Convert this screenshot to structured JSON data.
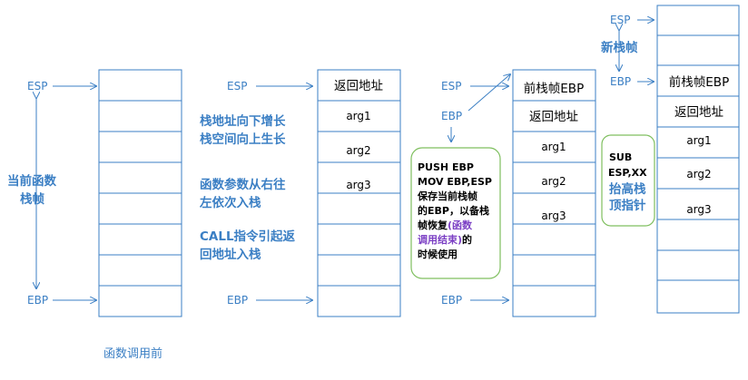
{
  "colors": {
    "accent": "#3b7fc4",
    "box_border": "#7fbf5f",
    "box_highlight": "#7b3fc4"
  },
  "panel1": {
    "esp": "ESP",
    "ebp": "EBP",
    "frame_label_1": "当前函数",
    "frame_label_2": "栈帧",
    "caption": "函数调用前"
  },
  "panel2": {
    "esp": "ESP",
    "ebp": "EBP",
    "cells": [
      "返回地址",
      "arg1",
      "arg2",
      "arg3"
    ],
    "note1": [
      "栈地址向下增长",
      "栈空间向上生长"
    ],
    "note2": [
      "函数参数从右往",
      "左依次入栈"
    ],
    "note3": [
      "CALL指令引起返",
      "回地址入栈"
    ]
  },
  "panel3": {
    "esp": "ESP",
    "ebp_top": "EBP",
    "ebp_bottom": "EBP",
    "cells": [
      "前栈帧EBP",
      "返回地址",
      "arg1",
      "arg2",
      "arg3"
    ],
    "box_lines": [
      "PUSH EBP",
      "MOV EBP,ESP",
      "保存当前栈帧",
      "的EBP，以备栈"
    ],
    "box_line5_a": "帧恢复",
    "box_line5_b": "(函数",
    "box_line6_a": "调用结束)",
    "box_line6_b": "的",
    "box_line7": "时候使用"
  },
  "panel4": {
    "esp": "ESP",
    "ebp": "EBP",
    "new_frame": "新栈帧",
    "cells": [
      "前栈帧EBP",
      "返回地址",
      "arg1",
      "arg2",
      "arg3"
    ],
    "box_lines": [
      "SUB",
      "ESP,XX",
      "抬高栈",
      "顶指针"
    ]
  }
}
